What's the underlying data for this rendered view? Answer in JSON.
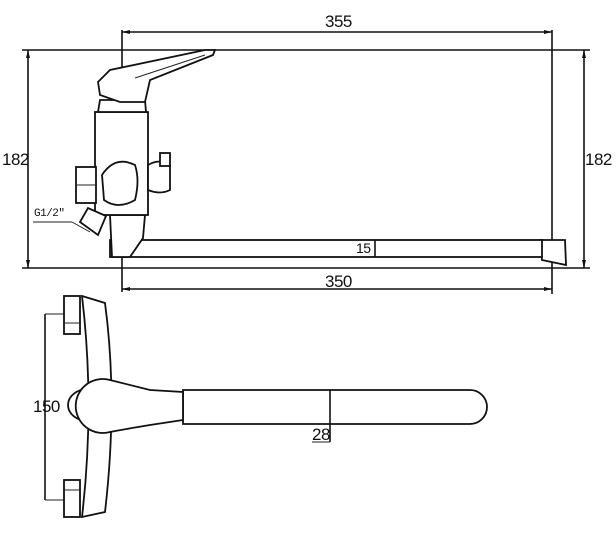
{
  "side_view": {
    "overall_length": "355",
    "height_left": "182",
    "height_right": "182",
    "spout_thickness": "15",
    "spout_length": "350",
    "thread_label": "G1/2\""
  },
  "top_view": {
    "inlet_spacing": "150",
    "spout_width": "28"
  }
}
